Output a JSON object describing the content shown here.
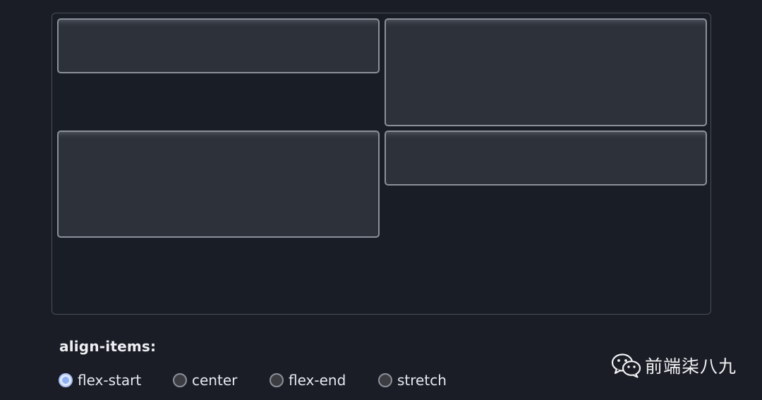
{
  "demo": {
    "items": [
      {
        "id": 1
      },
      {
        "id": 2
      },
      {
        "id": 3
      },
      {
        "id": 4
      }
    ]
  },
  "controls": {
    "label": "align-items:",
    "options": [
      {
        "label": "flex-start",
        "checked": true
      },
      {
        "label": "center",
        "checked": false
      },
      {
        "label": "flex-end",
        "checked": false
      },
      {
        "label": "stretch",
        "checked": false
      }
    ]
  },
  "watermark": {
    "icon": "wechat-icon",
    "text": "前端柒八九"
  },
  "colors": {
    "background": "#1a1d25",
    "item_fill": "#2c313a",
    "item_border": "#8b919b",
    "radio_checked": "#8fb1f2"
  }
}
